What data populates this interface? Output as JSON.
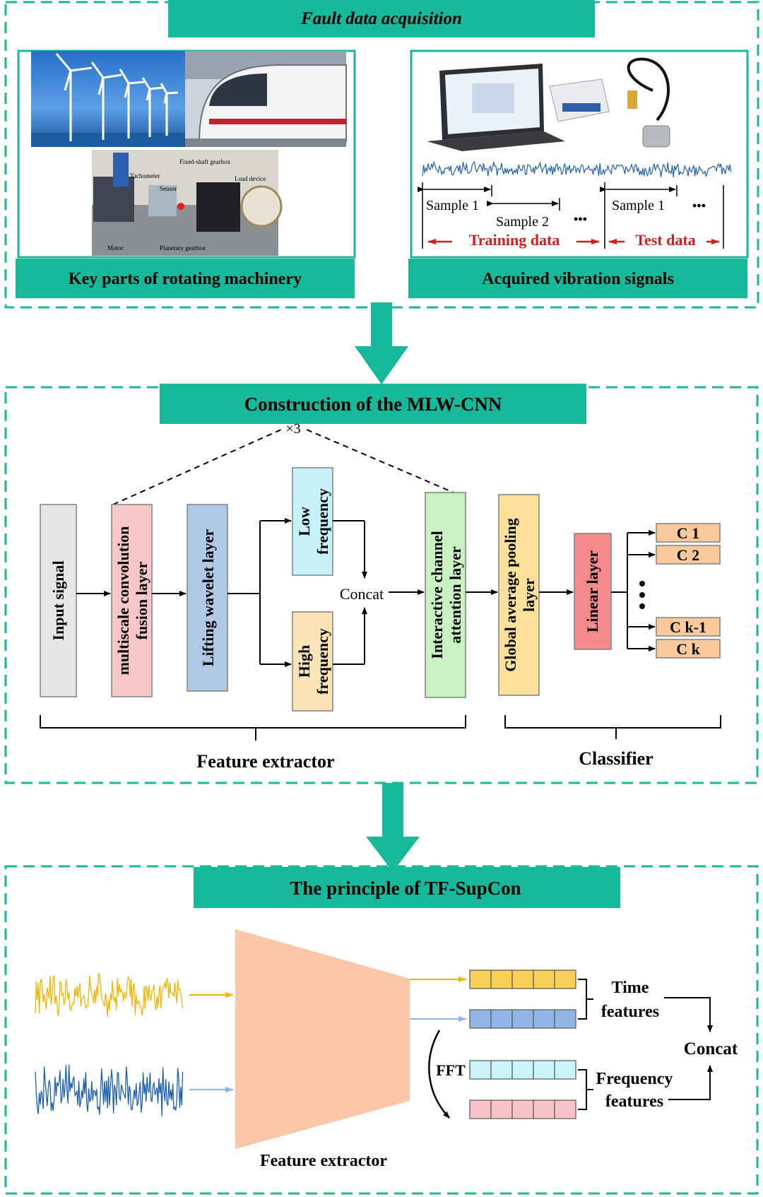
{
  "colors": {
    "teal": "#17b99a",
    "teal_dark": "#12a085",
    "dashed_border": "#17b99a",
    "training_red": "#d11e1e",
    "signal_yellow": "#f4b400",
    "signal_blue": "#1a5fb4",
    "trapezoid": "#f9c6a8"
  },
  "section1": {
    "title": "Fault data acquisition",
    "left_caption": "Key parts of rotating machinery",
    "right_caption": "Acquired vibration signals",
    "testbench_labels": {
      "fixed": "Fixed-shaft gearbox",
      "tacho": "Tachometer",
      "sensor": "Sensor",
      "load": "Load device",
      "motor": "Motor",
      "planetary": "Planetary gearbox"
    },
    "sampling": {
      "sample1": "Sample 1",
      "sample2": "Sample 2",
      "dots": "•••",
      "sample1_test": "Sample 1",
      "dots_test": "•••",
      "training": "Training data",
      "test": "Test data"
    }
  },
  "section2": {
    "title": "Construction of the MLW-CNN",
    "repeat": "×3",
    "blocks": {
      "input": "Input signal",
      "multiscale_1": "multiscale convolution",
      "multiscale_2": "fusion layer",
      "lifting": "Lifting wavelet layer",
      "low_1": "Low",
      "low_2": "frequency",
      "high_1": "High",
      "high_2": "frequency",
      "concat": "Concat",
      "ica_1": "Interactive channel",
      "ica_2": "attention layer",
      "gap_1": "Global average pooling",
      "gap_2": "layer",
      "linear": "Linear layer"
    },
    "classes": [
      "C 1",
      "C 2",
      "C k-1",
      "C k"
    ],
    "class_dots": "•\n•\n•",
    "feature_extractor": "Feature extractor",
    "classifier": "Classifier"
  },
  "section3": {
    "title": "The principle of TF-SupCon",
    "fft": "FFT",
    "time_1": "Time",
    "time_2": "features",
    "freq_1": "Frequency",
    "freq_2": "features",
    "concat": "Concat",
    "feature_extractor": "Feature extractor"
  }
}
